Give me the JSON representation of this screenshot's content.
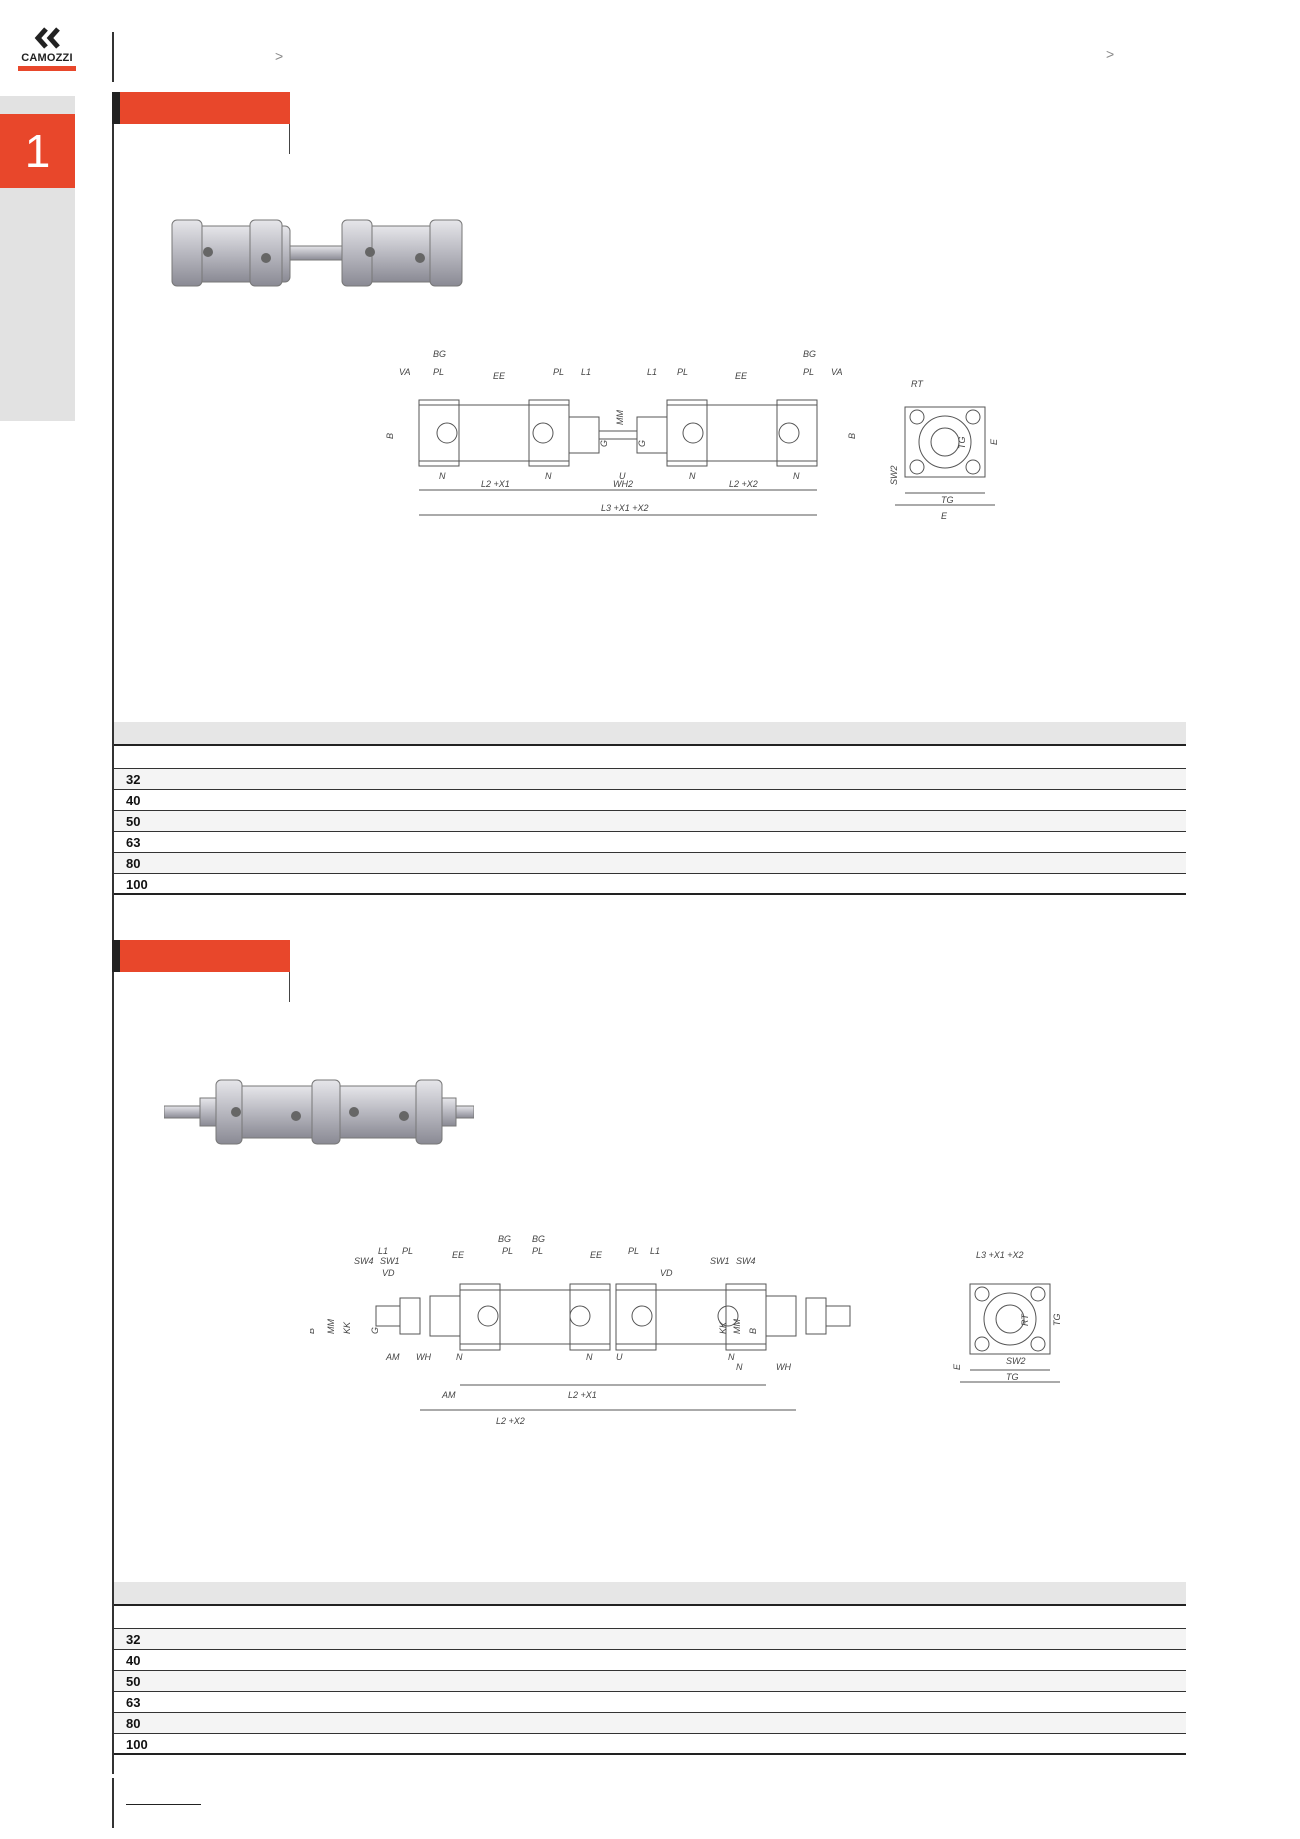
{
  "brand": {
    "name": "CAMOZZI",
    "accent_color": "#e8472b"
  },
  "chapter": {
    "number": "1"
  },
  "breadcrumb": {
    "left_chevron": ">",
    "right_chevron": ">"
  },
  "section1": {
    "drawing_labels": [
      "VA",
      "BG",
      "PL",
      "EE",
      "PL",
      "L1",
      "L1",
      "PL",
      "EE",
      "BG",
      "PL",
      "VA",
      "MM",
      "B",
      "G",
      "G",
      "B",
      "N",
      "N",
      "U",
      "N",
      "N",
      "L2 +X1",
      "WH2",
      "L2 +X2",
      "L3 +X1 +X2",
      "RT",
      "TG",
      "E",
      "SW2",
      "TG",
      "E"
    ],
    "table": {
      "rows": [
        "32",
        "40",
        "50",
        "63",
        "80",
        "100"
      ]
    }
  },
  "section2": {
    "drawing_labels": [
      "L1",
      "PL",
      "EE",
      "BG",
      "BG",
      "PL",
      "PL",
      "EE",
      "PL",
      "L1",
      "SW4",
      "SW1",
      "VD",
      "SW1",
      "SW4",
      "VD",
      "B",
      "MM",
      "KK",
      "G",
      "KK",
      "MM",
      "B",
      "AM",
      "WH",
      "N",
      "N",
      "U",
      "N",
      "N",
      "WH",
      "AM",
      "L2 +X1",
      "L2 +X2",
      "L3 +X1 +X2",
      "RT",
      "TG",
      "E",
      "SW2",
      "TG",
      "E"
    ],
    "table": {
      "rows": [
        "32",
        "40",
        "50",
        "63",
        "80",
        "100"
      ]
    }
  }
}
